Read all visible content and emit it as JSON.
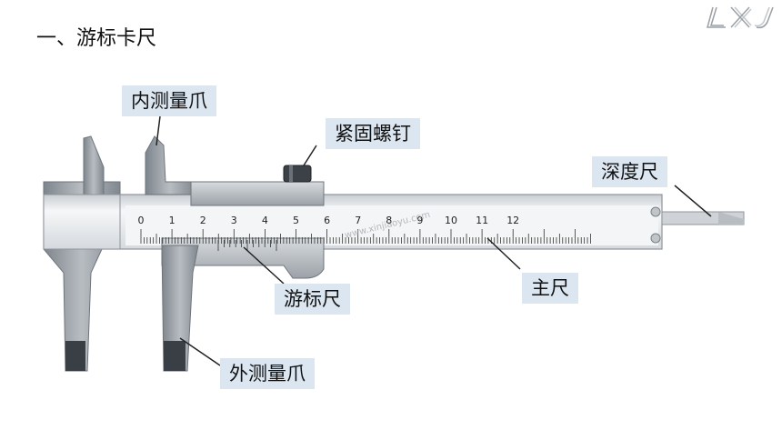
{
  "title": "一、游标卡尺",
  "logo_text": "LXJ",
  "labels": {
    "inner_jaw": "内测量爪",
    "lock_screw": "紧固螺钉",
    "depth_rod": "深度尺",
    "vernier": "游标尺",
    "main_scale": "主尺",
    "outer_jaw": "外测量爪"
  },
  "scale_numbers": [
    "0",
    "1",
    "2",
    "3",
    "4",
    "5",
    "6",
    "7",
    "8",
    "9",
    "10",
    "11",
    "12"
  ],
  "watermark": "www.xinjiaoyu.com",
  "colors": {
    "label_bg": "#dbe6f1",
    "metal_dark": "#8a9096",
    "metal_light": "#c7ccd1",
    "scale_face": "#f4f5f6"
  }
}
